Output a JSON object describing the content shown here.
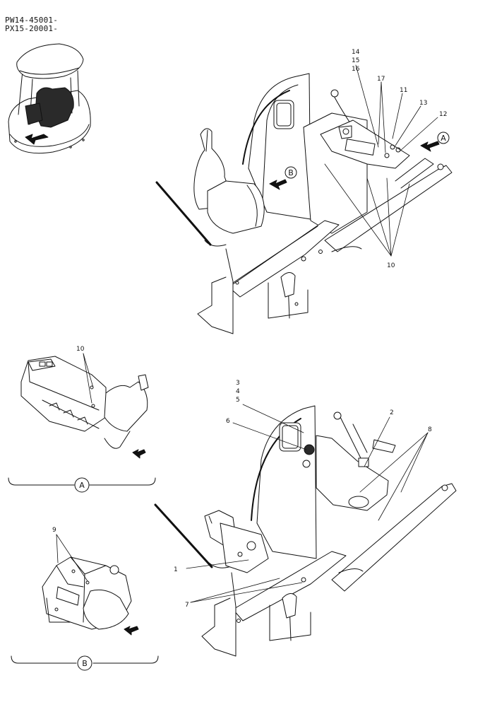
{
  "header": {
    "serial_line_1": "PW14-45001-",
    "serial_line_2": "PX15-20001-"
  },
  "callouts": {
    "c1": "1",
    "c2": "2",
    "c3": "3",
    "c4": "4",
    "c5": "5",
    "c6": "6",
    "c7": "7",
    "c8": "8",
    "c9": "9",
    "c10_main": "10",
    "c10_viewA": "10",
    "c11": "11",
    "c12": "12",
    "c13": "13",
    "c14": "14",
    "c15": "15",
    "c16": "16",
    "c17": "17"
  },
  "view_markers": {
    "a_main": "A",
    "b_main": "B",
    "a_caption": "A",
    "b_caption": "B"
  },
  "colors": {
    "ink": "#111111",
    "paper": "#ffffff",
    "shade": "#2a2a2a"
  }
}
